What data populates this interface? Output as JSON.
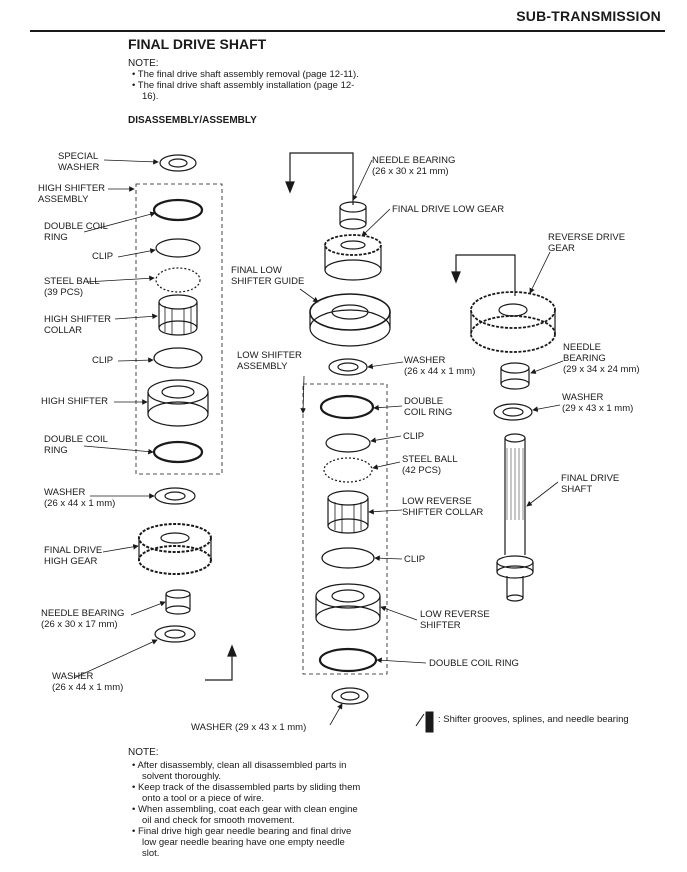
{
  "header": {
    "section": "SUB-TRANSMISSION"
  },
  "title": "FINAL DRIVE SHAFT",
  "top_note": {
    "heading": "NOTE:",
    "items": [
      "The final drive shaft assembly removal (page 12-11).",
      "The final drive shaft assembly installation (page 12-",
      "16)."
    ]
  },
  "subheading": "DISASSEMBLY/ASSEMBLY",
  "labels": {
    "special_washer_1": "SPECIAL",
    "special_washer_2": "WASHER",
    "high_shifter_assy_1": "HIGH SHIFTER",
    "high_shifter_assy_2": "ASSEMBLY",
    "dcr_top_1": "DOUBLE COIL",
    "dcr_top_2": "RING",
    "clip_1": "CLIP",
    "steel_ball_39_1": "STEEL BALL",
    "steel_ball_39_2": "(39 PCS)",
    "high_shifter_collar_1": "HIGH SHIFTER",
    "high_shifter_collar_2": "COLLAR",
    "clip_2": "CLIP",
    "high_shifter": "HIGH SHIFTER",
    "dcr_mid_1": "DOUBLE COIL",
    "dcr_mid_2": "RING",
    "washer_l1_1": "WASHER",
    "washer_l1_2": "(26 x 44 x 1 mm)",
    "fd_high_gear_1": "FINAL DRIVE",
    "fd_high_gear_2": "HIGH GEAR",
    "needle_l_1": "NEEDLE BEARING",
    "needle_l_2": "(26 x 30 x 17 mm)",
    "washer_l2_1": "WASHER",
    "washer_l2_2": "(26 x 44 x 1 mm)",
    "needle_c_1": "NEEDLE BEARING",
    "needle_c_2": "(26 x 30 x 21 mm)",
    "fd_low_gear": "FINAL DRIVE LOW GEAR",
    "fl_shifter_guide_1": "FINAL LOW",
    "fl_shifter_guide_2": "SHIFTER GUIDE",
    "low_shifter_assy_1": "LOW SHIFTER",
    "low_shifter_assy_2": "ASSEMBLY",
    "washer_c1_1": "WASHER",
    "washer_c1_2": "(26 x 44 x 1 mm)",
    "dcr_c_1": "DOUBLE",
    "dcr_c_2": "COIL RING",
    "clip_c1": "CLIP",
    "steel_ball_42_1": "STEEL BALL",
    "steel_ball_42_2": "(42 PCS)",
    "lr_collar_1": "LOW REVERSE",
    "lr_collar_2": "SHIFTER COLLAR",
    "clip_c2": "CLIP",
    "lr_shifter_1": "LOW REVERSE",
    "lr_shifter_2": "SHIFTER",
    "dcr_c_bottom": "DOUBLE COIL RING",
    "washer_c_bottom": "WASHER (29 x 43 x 1 mm)",
    "rev_gear_1": "REVERSE DRIVE",
    "rev_gear_2": "GEAR",
    "needle_r_1": "NEEDLE",
    "needle_r_2": "BEARING",
    "needle_r_3": "(29 x 34 x 24 mm)",
    "washer_r_1": "WASHER",
    "washer_r_2": "(29 x 43 x 1 mm)",
    "fd_shaft_1": "FINAL DRIVE",
    "fd_shaft_2": "SHAFT",
    "legend": ": Shifter grooves, splines, and needle bearing"
  },
  "bottom_note": {
    "heading": "NOTE:",
    "items": [
      "After disassembly, clean all disassembled parts in",
      "solvent thoroughly.",
      "Keep track of the disassembled parts by sliding them",
      "onto a tool or a piece of wire.",
      "When assembling, coat each gear with clean engine",
      "oil and check for smooth movement.",
      "Final drive high gear needle bearing and final drive",
      "low gear needle bearing have one empty needle",
      "slot."
    ]
  }
}
